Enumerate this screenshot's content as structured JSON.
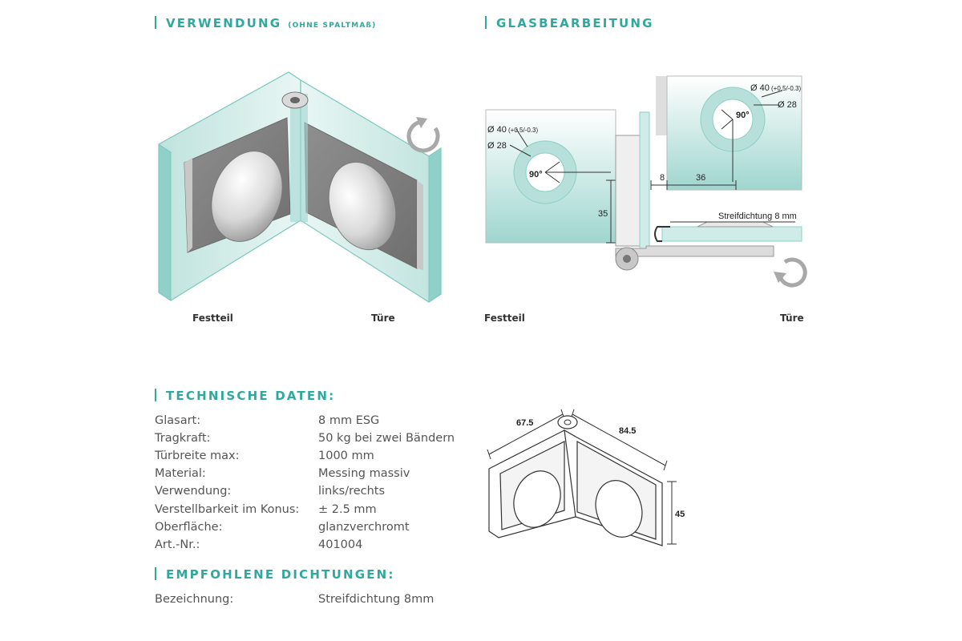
{
  "headings": {
    "usage": "VERWENDUNG",
    "usage_note": "(OHNE SPALTMAß)",
    "glass": "GLASBEARBEITUNG",
    "tech": "TECHNISCHE DATEN:",
    "seals": "EMPFOHLENE DICHTUNGEN:"
  },
  "captions": {
    "left_fixed": "Festteil",
    "left_door": "Türe",
    "right_fixed": "Festteil",
    "right_door": "Türe"
  },
  "glass_dims": {
    "dia_outer_left": "Ø 40",
    "tol_left": "(+0.5/-0.3)",
    "dia_inner_left": "Ø 28",
    "angle_left": "90°",
    "dim_35": "35",
    "dim_8": "8",
    "dim_36": "36",
    "dia_outer_right": "Ø 40",
    "tol_right": "(+0.5/-0.3)",
    "dia_inner_right": "Ø 28",
    "angle_right": "90°",
    "seal_label": "Streifdichtung 8 mm"
  },
  "product_dims": {
    "a": "67.5",
    "b": "84.5",
    "h": "45"
  },
  "tech_rows": [
    {
      "label": "Glasart:",
      "value": "8 mm ESG"
    },
    {
      "label": "Tragkraft:",
      "value": "50 kg bei zwei Bändern"
    },
    {
      "label": "Türbreite max:",
      "value": "1000 mm"
    },
    {
      "label": "Material:",
      "value": "Messing massiv"
    },
    {
      "label": "Verwendung:",
      "value": "links/rechts"
    },
    {
      "label": "Verstellbarkeit im Konus:",
      "value": "± 2.5 mm"
    },
    {
      "label": "Oberfläche:",
      "value": "glanzverchromt"
    },
    {
      "label": "Art.-Nr.:",
      "value": "401004"
    }
  ],
  "seal_rows": [
    {
      "label": "Bezeichnung:",
      "value": "Streifdichtung 8mm"
    }
  ],
  "colors": {
    "accent": "#2fa89e",
    "glass_light": "#e6f5f3",
    "glass_dark": "#9fd6cf",
    "metal": "#8e8e8e"
  }
}
